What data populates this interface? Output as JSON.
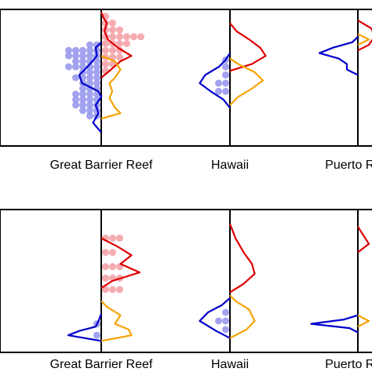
{
  "colors": {
    "blue_line": "#0000cc",
    "red_line": "#dd0000",
    "orange_line": "#f5a300",
    "blue_dots": "#9999ee",
    "red_dots": "#f4a3a8",
    "axis": "#000000"
  },
  "chart_data": [
    {
      "type": "scatter",
      "subtype": "violin-swarm",
      "categories": [
        "Great Barrier Reef",
        "Hawaii",
        "Puerto Rico"
      ],
      "y_range": [
        0,
        1
      ],
      "grid": false,
      "legend": "none",
      "groups": [
        {
          "category": "Great Barrier Reef",
          "series": [
            {
              "color": "blue",
              "side": "left",
              "density": [
                [
                  0.1,
                  0.0
                ],
                [
                  0.17,
                  0.15
                ],
                [
                  0.24,
                  0.05
                ],
                [
                  0.3,
                  0.1
                ],
                [
                  0.36,
                  0.0
                ],
                [
                  0.4,
                  0.05
                ],
                [
                  0.46,
                  0.35
                ],
                [
                  0.52,
                  0.4
                ],
                [
                  0.58,
                  0.25
                ],
                [
                  0.66,
                  0.08
                ],
                [
                  0.72,
                  0.1
                ],
                [
                  0.76,
                  0.0
                ]
              ],
              "points": [
                [
                  0.22,
                  2
                ],
                [
                  0.26,
                  3
                ],
                [
                  0.3,
                  4
                ],
                [
                  0.34,
                  4
                ],
                [
                  0.38,
                  4
                ],
                [
                  0.42,
                  3
                ],
                [
                  0.46,
                  3
                ],
                [
                  0.5,
                  4
                ],
                [
                  0.54,
                  3
                ],
                [
                  0.58,
                  5
                ],
                [
                  0.62,
                  4
                ],
                [
                  0.66,
                  5
                ],
                [
                  0.7,
                  5
                ],
                [
                  0.74,
                  2
                ]
              ]
            },
            {
              "color": "red",
              "side": "right",
              "density": [
                [
                  0.5,
                  0.0
                ],
                [
                  0.56,
                  0.18
                ],
                [
                  0.62,
                  0.35
                ],
                [
                  0.66,
                  0.55
                ],
                [
                  0.72,
                  0.3
                ],
                [
                  0.78,
                  0.12
                ],
                [
                  0.84,
                  0.06
                ],
                [
                  0.9,
                  0.1
                ],
                [
                  0.94,
                  0.04
                ],
                [
                  0.98,
                  0.0
                ]
              ],
              "points": [
                [
                  0.55,
                  1
                ],
                [
                  0.6,
                  2
                ],
                [
                  0.65,
                  3
                ],
                [
                  0.7,
                  3
                ],
                [
                  0.75,
                  4
                ],
                [
                  0.8,
                  6
                ],
                [
                  0.85,
                  3
                ],
                [
                  0.9,
                  2
                ],
                [
                  0.95,
                  1
                ]
              ]
            },
            {
              "color": "orange",
              "side": "right",
              "density": [
                [
                  0.2,
                  0.0
                ],
                [
                  0.24,
                  0.35
                ],
                [
                  0.28,
                  0.25
                ],
                [
                  0.35,
                  0.15
                ],
                [
                  0.4,
                  0.2
                ],
                [
                  0.46,
                  0.15
                ],
                [
                  0.5,
                  0.25
                ],
                [
                  0.56,
                  0.35
                ],
                [
                  0.62,
                  0.25
                ],
                [
                  0.66,
                  0.0
                ]
              ],
              "points": []
            }
          ]
        },
        {
          "category": "Hawaii",
          "series": [
            {
              "color": "blue",
              "side": "left",
              "density": [
                [
                  0.28,
                  0.0
                ],
                [
                  0.34,
                  0.12
                ],
                [
                  0.4,
                  0.35
                ],
                [
                  0.46,
                  0.55
                ],
                [
                  0.52,
                  0.45
                ],
                [
                  0.58,
                  0.2
                ],
                [
                  0.63,
                  0.08
                ],
                [
                  0.68,
                  0.0
                ]
              ],
              "points": [
                [
                  0.4,
                  2
                ],
                [
                  0.46,
                  2
                ],
                [
                  0.52,
                  1
                ],
                [
                  0.58,
                  1
                ],
                [
                  0.63,
                  1
                ]
              ]
            },
            {
              "color": "red",
              "side": "right",
              "density": [
                [
                  0.55,
                  0.0
                ],
                [
                  0.6,
                  0.4
                ],
                [
                  0.66,
                  0.65
                ],
                [
                  0.72,
                  0.55
                ],
                [
                  0.78,
                  0.35
                ],
                [
                  0.84,
                  0.12
                ],
                [
                  0.9,
                  0.0
                ]
              ],
              "points": []
            },
            {
              "color": "orange",
              "side": "right",
              "density": [
                [
                  0.3,
                  0.0
                ],
                [
                  0.36,
                  0.15
                ],
                [
                  0.42,
                  0.4
                ],
                [
                  0.48,
                  0.6
                ],
                [
                  0.54,
                  0.45
                ],
                [
                  0.6,
                  0.15
                ],
                [
                  0.64,
                  0.0
                ]
              ],
              "points": []
            }
          ]
        },
        {
          "category": "Puerto Rico",
          "series": [
            {
              "color": "blue",
              "side": "left",
              "density": [
                [
                  0.52,
                  0.0
                ],
                [
                  0.56,
                  0.2
                ],
                [
                  0.6,
                  0.2
                ],
                [
                  0.64,
                  0.35
                ],
                [
                  0.68,
                  0.7
                ],
                [
                  0.72,
                  0.45
                ],
                [
                  0.76,
                  0.1
                ],
                [
                  0.8,
                  0.0
                ]
              ],
              "points": []
            },
            {
              "color": "red",
              "side": "right",
              "density": [
                [
                  0.7,
                  0.0
                ],
                [
                  0.74,
                  0.2
                ],
                [
                  0.8,
                  0.3
                ],
                [
                  0.86,
                  0.25
                ],
                [
                  0.92,
                  0.0
                ]
              ],
              "points": []
            },
            {
              "color": "orange",
              "side": "right",
              "density": [
                [
                  0.74,
                  0.0
                ],
                [
                  0.78,
                  0.2
                ],
                [
                  0.82,
                  0.0
                ]
              ],
              "points": []
            }
          ]
        }
      ]
    },
    {
      "type": "scatter",
      "subtype": "violin-swarm",
      "categories": [
        "Great Barrier Reef",
        "Hawaii",
        "Puerto Rico"
      ],
      "y_range": [
        0,
        1
      ],
      "grid": false,
      "legend": "none",
      "groups": [
        {
          "category": "Great Barrier Reef",
          "series": [
            {
              "color": "blue",
              "side": "left",
              "density": [
                [
                  0.08,
                  0.0
                ],
                [
                  0.12,
                  0.6
                ],
                [
                  0.15,
                  0.4
                ],
                [
                  0.18,
                  0.1
                ],
                [
                  0.22,
                  0.05
                ],
                [
                  0.27,
                  0.0
                ]
              ],
              "points": [
                [
                  0.12,
                  1
                ],
                [
                  0.2,
                  1
                ]
              ]
            },
            {
              "color": "red",
              "side": "right",
              "density": [
                [
                  0.45,
                  0.0
                ],
                [
                  0.5,
                  0.2
                ],
                [
                  0.56,
                  0.7
                ],
                [
                  0.62,
                  0.35
                ],
                [
                  0.68,
                  0.55
                ],
                [
                  0.74,
                  0.3
                ],
                [
                  0.8,
                  0.0
                ]
              ],
              "points": [
                [
                  0.44,
                  3
                ],
                [
                  0.52,
                  3
                ],
                [
                  0.6,
                  3
                ],
                [
                  0.7,
                  2
                ],
                [
                  0.8,
                  3
                ]
              ]
            },
            {
              "color": "orange",
              "side": "right",
              "density": [
                [
                  0.08,
                  0.0
                ],
                [
                  0.12,
                  0.55
                ],
                [
                  0.16,
                  0.5
                ],
                [
                  0.2,
                  0.25
                ],
                [
                  0.26,
                  0.35
                ],
                [
                  0.32,
                  0.1
                ],
                [
                  0.36,
                  0.0
                ]
              ],
              "points": []
            }
          ]
        },
        {
          "category": "Hawaii",
          "series": [
            {
              "color": "blue",
              "side": "left",
              "density": [
                [
                  0.1,
                  0.0
                ],
                [
                  0.15,
                  0.25
                ],
                [
                  0.22,
                  0.55
                ],
                [
                  0.28,
                  0.4
                ],
                [
                  0.33,
                  0.15
                ],
                [
                  0.38,
                  0.0
                ]
              ],
              "points": [
                [
                  0.16,
                  1
                ],
                [
                  0.22,
                  2
                ],
                [
                  0.28,
                  1
                ]
              ]
            },
            {
              "color": "red",
              "side": "right",
              "density": [
                [
                  0.42,
                  0.0
                ],
                [
                  0.48,
                  0.25
                ],
                [
                  0.55,
                  0.45
                ],
                [
                  0.62,
                  0.4
                ],
                [
                  0.7,
                  0.25
                ],
                [
                  0.8,
                  0.1
                ],
                [
                  0.9,
                  0.0
                ]
              ],
              "points": []
            },
            {
              "color": "orange",
              "side": "right",
              "density": [
                [
                  0.1,
                  0.0
                ],
                [
                  0.16,
                  0.3
                ],
                [
                  0.22,
                  0.45
                ],
                [
                  0.3,
                  0.35
                ],
                [
                  0.36,
                  0.1
                ],
                [
                  0.4,
                  0.0
                ]
              ],
              "points": []
            }
          ]
        },
        {
          "category": "Puerto Rico",
          "series": [
            {
              "color": "blue",
              "side": "left",
              "density": [
                [
                  0.14,
                  0.0
                ],
                [
                  0.17,
                  0.15
                ],
                [
                  0.2,
                  0.85
                ],
                [
                  0.23,
                  0.25
                ],
                [
                  0.26,
                  0.0
                ]
              ],
              "points": []
            },
            {
              "color": "red",
              "side": "right",
              "density": [
                [
                  0.7,
                  0.0
                ],
                [
                  0.76,
                  0.2
                ],
                [
                  0.82,
                  0.1
                ],
                [
                  0.88,
                  0.0
                ]
              ],
              "points": []
            },
            {
              "color": "orange",
              "side": "right",
              "density": [
                [
                  0.18,
                  0.0
                ],
                [
                  0.22,
                  0.2
                ],
                [
                  0.26,
                  0.0
                ]
              ],
              "points": []
            }
          ]
        }
      ]
    }
  ]
}
